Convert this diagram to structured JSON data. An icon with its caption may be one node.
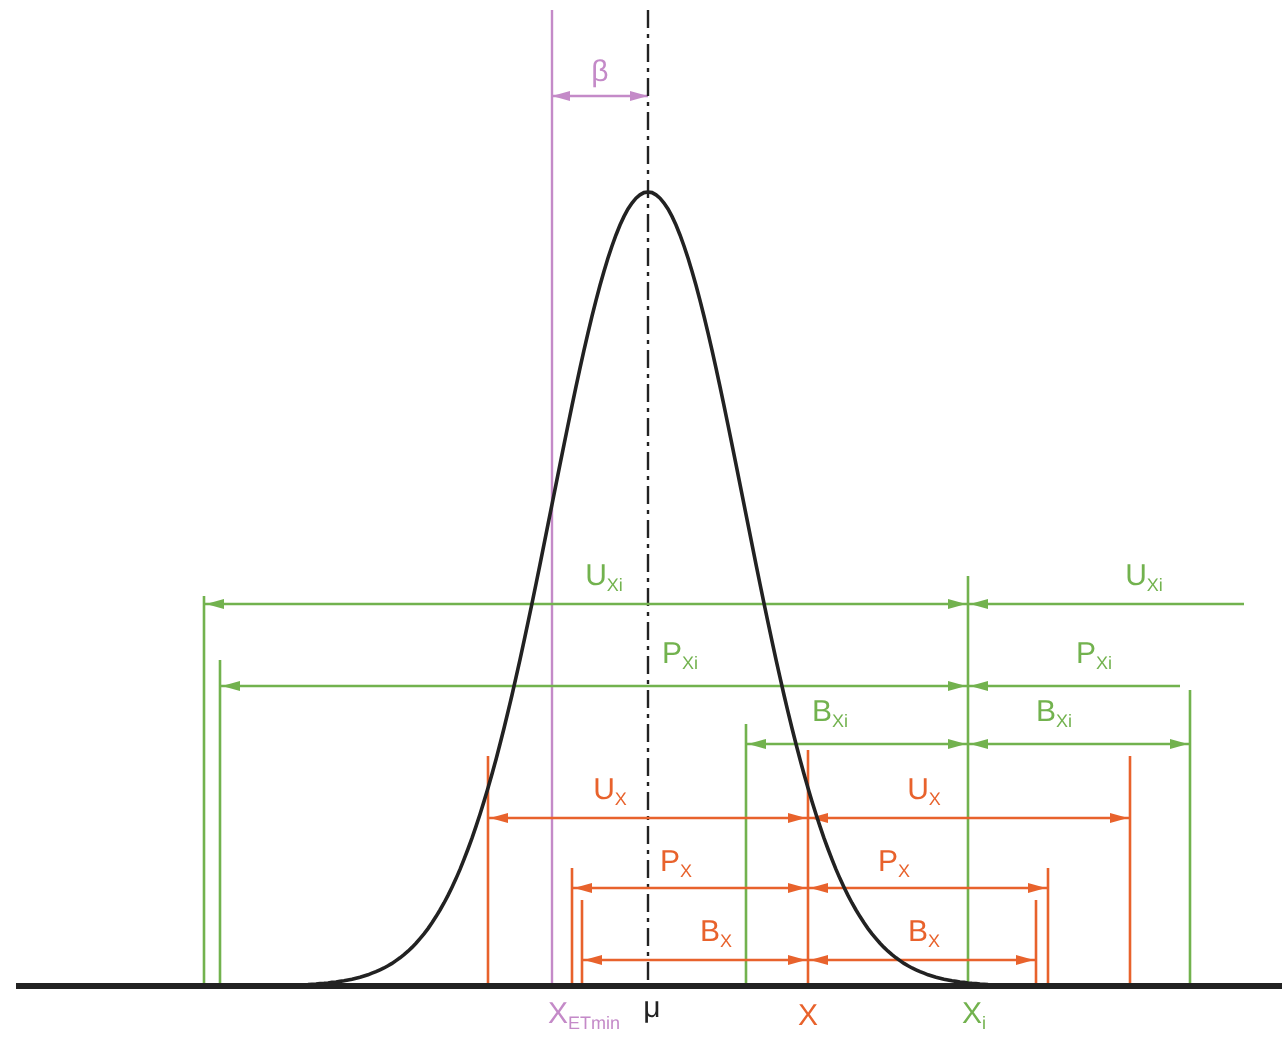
{
  "diagram": {
    "labels": [
      "β",
      "U$_{Xi}$",
      "U$_{Xi}$",
      "P$_{Xi}$",
      "P$_{Xi}$",
      "B$_{Xi}$",
      "B$_{Xi}$",
      "U$_{X}$",
      "U$_{X}$",
      "P$_{X}$",
      "P$_{X}$",
      "B$_{X}$",
      "B$_{X}$",
      "X$_{ETmin}$",
      "μ",
      "X",
      "X$_{i}$"
    ]
  }
}
